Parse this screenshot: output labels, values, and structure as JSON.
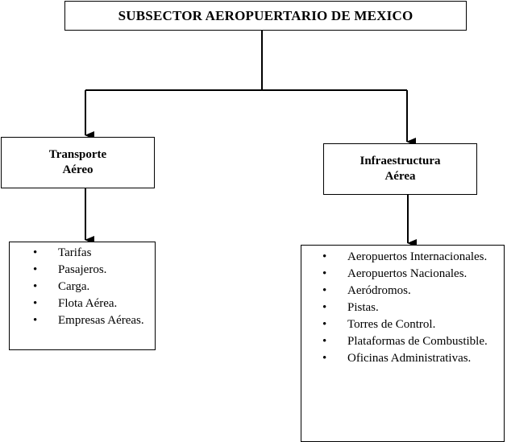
{
  "diagram": {
    "title": "SUBSECTOR AEROPUERTARIO DE MEXICO",
    "nodes": [
      {
        "line1": "Transporte",
        "line2": "Aéreo",
        "items": [
          "Tarifas",
          "Pasajeros.",
          "Carga.",
          "Flota Aérea.",
          "Empresas Aéreas."
        ]
      },
      {
        "line1": "Infraestructura",
        "line2": "Aérea",
        "items": [
          "Aeropuertos Internacionales.",
          "Aeropuertos Nacionales.",
          "Aeródromos.",
          "Pistas.",
          "Torres de Control.",
          "Plataformas de Combustible.",
          "Oficinas Administrativas."
        ]
      }
    ],
    "bullet": "•"
  }
}
